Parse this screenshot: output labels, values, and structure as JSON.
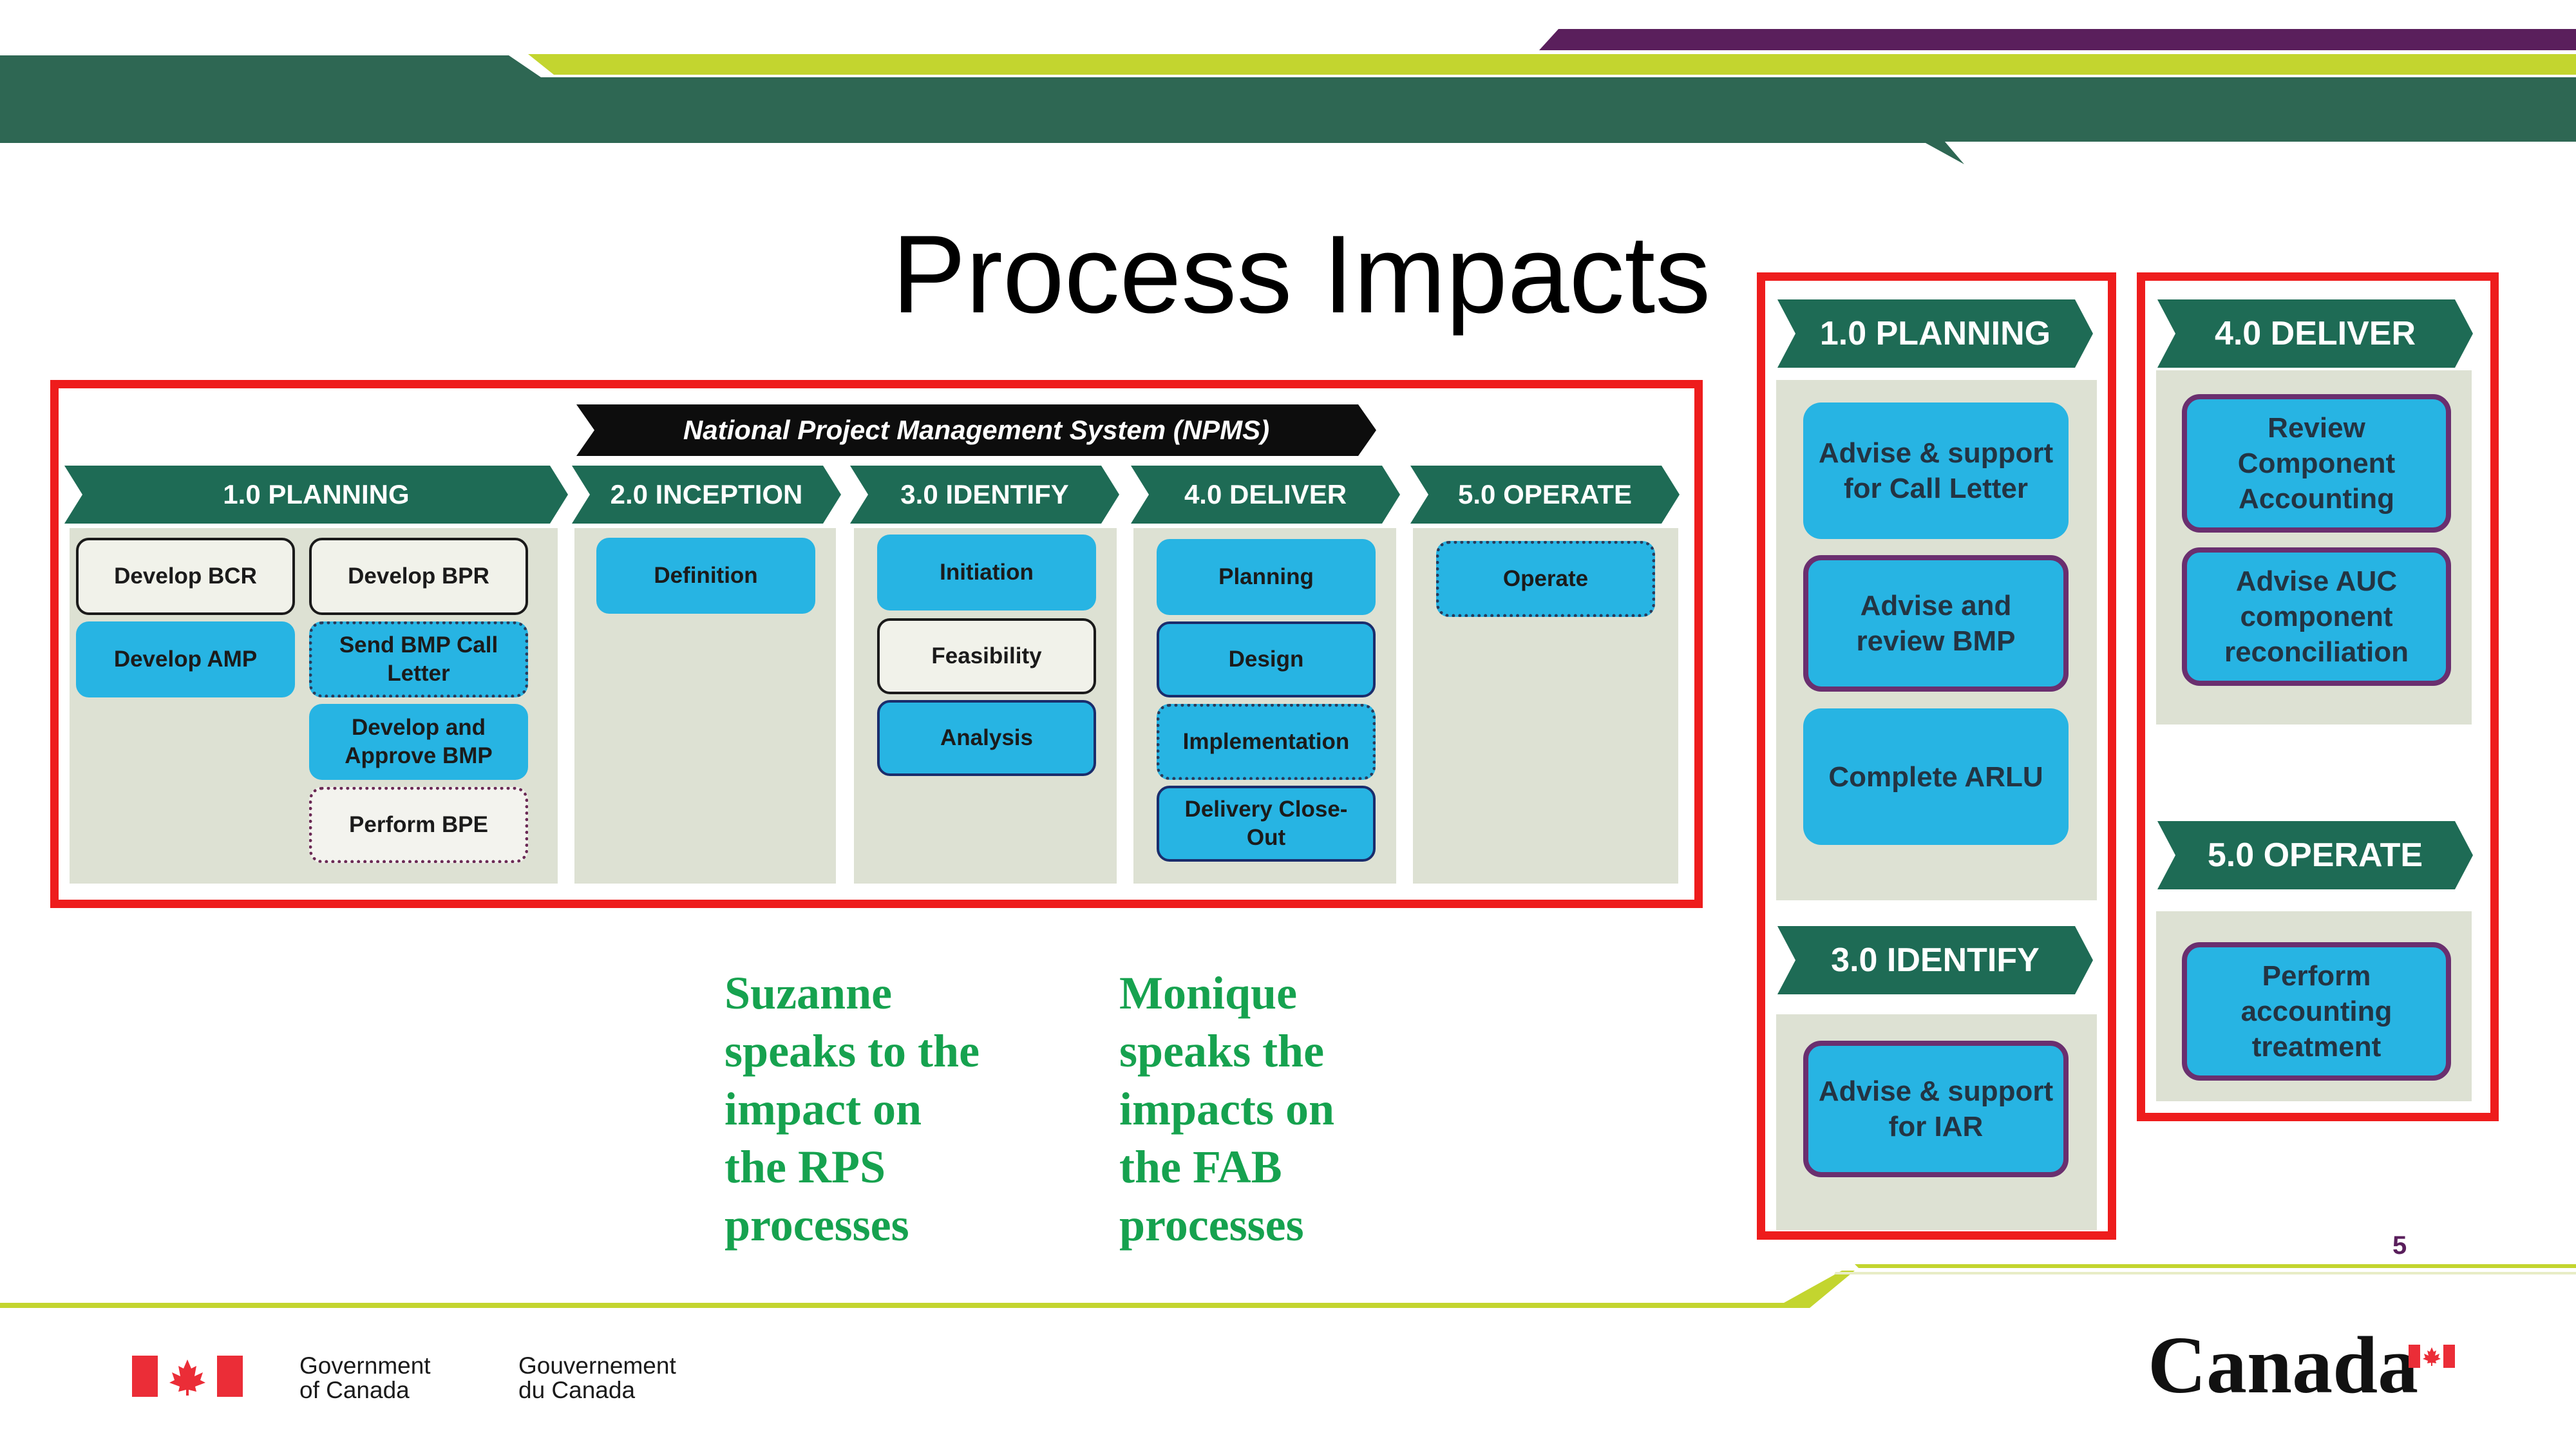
{
  "slide": {
    "title": "Process Impacts",
    "page_number": "5"
  },
  "npms": {
    "banner": "National Project Management System (NPMS)",
    "phases": [
      {
        "label": "1.0 PLANNING"
      },
      {
        "label": "2.0 INCEPTION"
      },
      {
        "label": "3.0 IDENTIFY"
      },
      {
        "label": "4.0 DELIVER"
      },
      {
        "label": "5.0 OPERATE"
      }
    ],
    "boxes": {
      "develop_bcr": "Develop BCR",
      "develop_bpr": "Develop BPR",
      "develop_amp": "Develop AMP",
      "send_bmp": "Send BMP Call Letter",
      "develop_approve_bmp": "Develop and Approve BMP",
      "perform_bpe": "Perform BPE",
      "definition": "Definition",
      "initiation": "Initiation",
      "feasibility": "Feasibility",
      "analysis": "Analysis",
      "planning": "Planning",
      "design": "Design",
      "implementation": "Implementation",
      "delivery_closeout": "Delivery Close-Out",
      "operate": "Operate"
    }
  },
  "rps_panel": {
    "planning_label": "1.0 PLANNING",
    "items": [
      "Advise & support for Call Letter",
      "Advise and review BMP",
      "Complete ARLU"
    ],
    "identify_label": "3.0 IDENTIFY",
    "identify_item": "Advise & support for IAR"
  },
  "fab_panel": {
    "deliver_label": "4.0 DELIVER",
    "deliver_items": [
      "Review Component Accounting",
      "Advise AUC component reconciliation"
    ],
    "operate_label": "5.0 OPERATE",
    "operate_item": "Perform accounting treatment"
  },
  "notes": {
    "suzanne": [
      "Suzanne",
      "speaks to the",
      "impact on",
      "the RPS",
      "processes"
    ],
    "monique": [
      "Monique",
      "speaks the",
      "impacts on",
      "the FAB",
      "processes"
    ]
  },
  "footer": {
    "gov_en_1": "Government",
    "gov_en_2": "of Canada",
    "gov_fr_1": "Gouvernement",
    "gov_fr_2": "du Canada",
    "wordmark": "Canada"
  },
  "colors": {
    "header_green": "#2e6753",
    "lime": "#c3d52f",
    "purple": "#5a1f5c",
    "frame_red": "#ee1c1c",
    "box_blue": "#27b4e3",
    "note_green": "#16a24f",
    "flag_red": "#eb2d37"
  }
}
